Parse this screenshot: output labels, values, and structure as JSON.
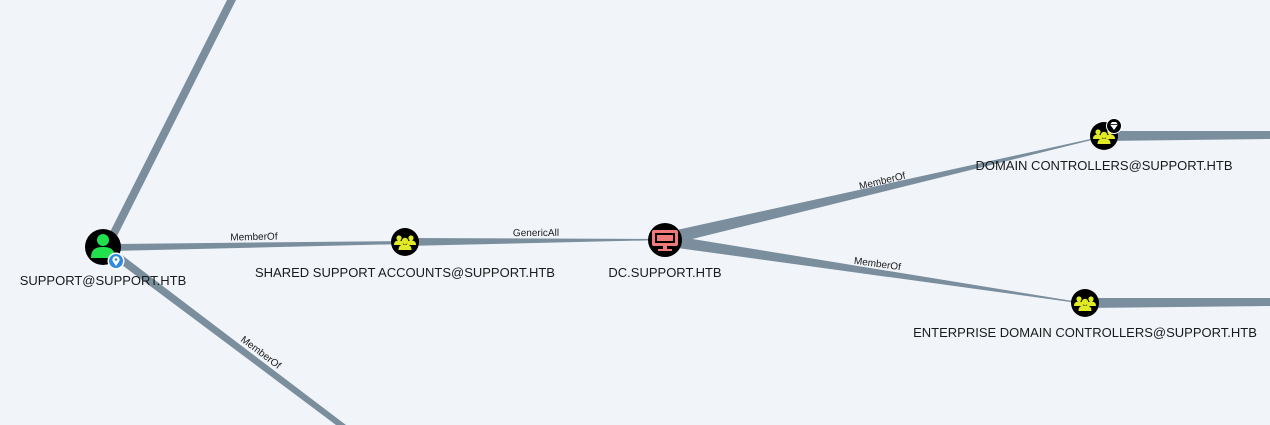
{
  "colors": {
    "background": "#f1f5fa",
    "edge": "#7b8e9d",
    "node_fill": "#000000",
    "user_icon": "#22e04d",
    "group_icon": "#e1ea26",
    "computer_icon": "#f07a7a",
    "owned_badge": "#2f8ae0"
  },
  "nodes": {
    "user": {
      "label": "SUPPORT@SUPPORT.HTB",
      "icon": "user-icon",
      "badge": "map-pin-icon"
    },
    "shared_group": {
      "label": "SHARED SUPPORT ACCOUNTS@SUPPORT.HTB",
      "icon": "group-icon"
    },
    "dc": {
      "label": "DC.SUPPORT.HTB",
      "icon": "computer-icon"
    },
    "domain_controllers": {
      "label": "DOMAIN CONTROLLERS@SUPPORT.HTB",
      "icon": "group-icon",
      "badge": "gem-icon"
    },
    "enterprise_dc": {
      "label": "ENTERPRISE DOMAIN CONTROLLERS@SUPPORT.HTB",
      "icon": "group-icon"
    }
  },
  "edges": {
    "user_to_shared": "MemberOf",
    "shared_to_dc": "GenericAll",
    "dc_to_domain_controllers": "MemberOf",
    "dc_to_enterprise": "MemberOf",
    "user_to_offscreen": "MemberOf"
  }
}
